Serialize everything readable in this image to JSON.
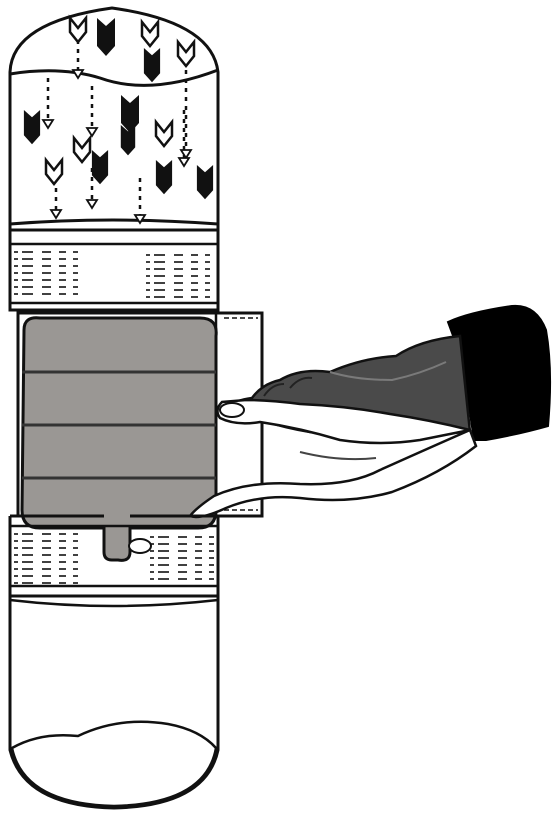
{
  "illustration": {
    "subject": "filter-cartridge-with-hand",
    "colors": {
      "ink": "#111111",
      "pouch": "#9a9794",
      "pouch_band": "#333333",
      "hand_dark": "#4a4a4a",
      "hand_mid": "#6f6f6f",
      "sleeve": "#000000",
      "background": "#ffffff"
    },
    "parts": [
      "top-chamber",
      "falling-particles",
      "upper-foam-layer",
      "filter-pouch",
      "pouch-holder-frame",
      "hand",
      "lower-foam-layer",
      "bottom-chamber",
      "sediment"
    ]
  }
}
